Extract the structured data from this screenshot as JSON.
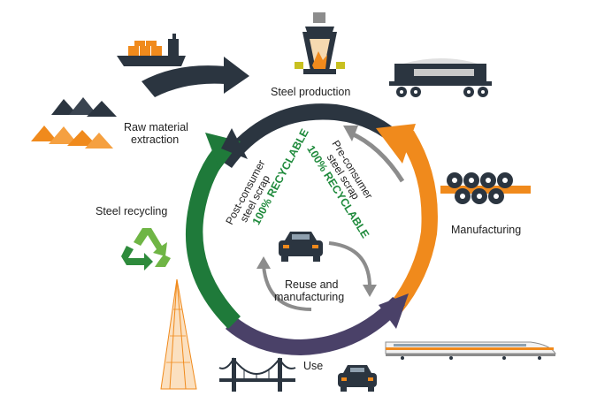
{
  "labels": {
    "steel_production": "Steel production",
    "raw_material_line1": "Raw material",
    "raw_material_line2": "extraction",
    "steel_recycling": "Steel recycling",
    "manufacturing": "Manufacturing",
    "use": "Use",
    "reuse_line1": "Reuse and",
    "reuse_line2": "manufacturing"
  },
  "left_arc_text": {
    "line1": "Post-consumer",
    "line2": "steel scrap",
    "line3": "100% RECYCLABLE"
  },
  "right_arc_text": {
    "line1": "Pre-consumer",
    "line2": "steel scrap",
    "line3": "100% RECYCLABLE"
  },
  "colors": {
    "dark": "#2b3540",
    "orange": "#f08a1c",
    "purple": "#4a4168",
    "green": "#1f7a3a",
    "grey": "#8c8c8c",
    "text_green": "#1f8a3c"
  },
  "icons": {
    "ship": "cargo-ship-icon",
    "ore": "ore-piles-icon",
    "furnace": "ladle-furnace-icon",
    "railcar": "rail-wagon-icon",
    "pipes": "steel-pipes-icon",
    "car": "car-icon",
    "recycle": "recycle-icon",
    "tower": "skyscraper-icon",
    "bridge": "suspension-bridge-icon",
    "train": "high-speed-train-icon"
  }
}
